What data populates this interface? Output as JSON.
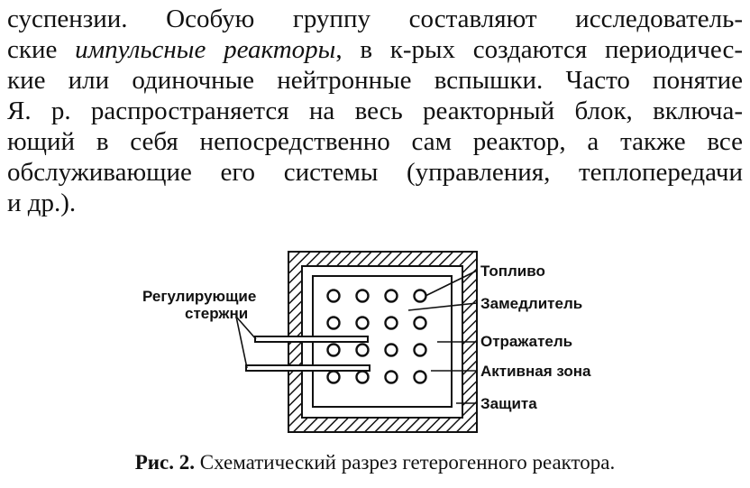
{
  "text": {
    "l1": "суспензии. Особую группу составляют исследователь-",
    "l2_a": "ские ",
    "l2_i": "импульсные реакторы",
    "l2_b": ", в к-рых создаются периодичес-",
    "l3": "кие или одиночные нейтронные вспышки. Часто понятие",
    "l4": "Я. р. распространяется на весь реакторный блок, включа-",
    "l5": "ющий в себя непосредственно сам реактор, а также все",
    "l6": "обслуживающие его системы (управления, теплопередачи",
    "l7": "и др.)."
  },
  "figure": {
    "labels": {
      "rods_1": "Регулирующие",
      "rods_2": "стержни",
      "fuel": "Топливо",
      "moderator": "Замедлитель",
      "reflector": "Отражатель",
      "core": "Активная зона",
      "shield": "Защита"
    },
    "grid": {
      "rows": 4,
      "cols": 4
    }
  },
  "caption": {
    "label": "Рис. 2.",
    "text": "Схематический разрез гетерогенного реактора."
  }
}
